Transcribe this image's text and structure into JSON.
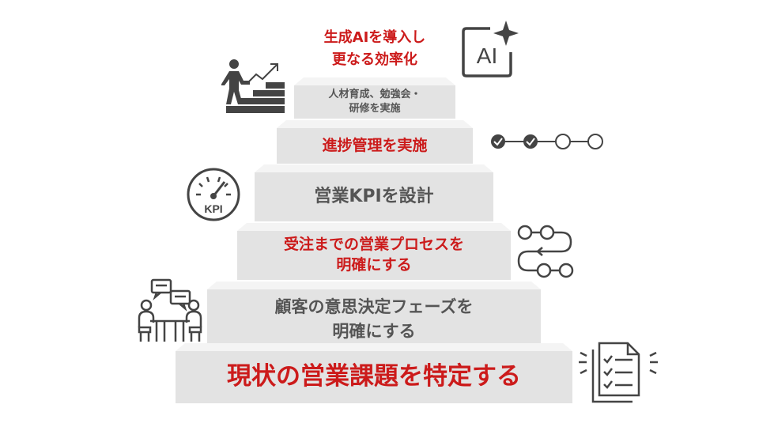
{
  "top_goal": {
    "line1": "生成AIを導入し",
    "line2": "更なる効率化"
  },
  "steps": [
    {
      "line1": "人材育成、勉強会・",
      "line2": "研修を実施",
      "color": "#555555"
    },
    {
      "line1": "進捗管理を実施",
      "line2": "",
      "color": "#cc1b1b"
    },
    {
      "line1": "営業KPIを設計",
      "line2": "",
      "color": "#555555"
    },
    {
      "line1": "受注までの営業プロセスを",
      "line2": "明確にする",
      "color": "#cc1b1b"
    },
    {
      "line1": "顧客の意思決定フェーズを",
      "line2": "明確にする",
      "color": "#555555"
    },
    {
      "line1": "現状の営業課題を特定する",
      "line2": "",
      "color": "#cc1b1b"
    }
  ],
  "icons": {
    "ai_badge_text": "AI",
    "kpi_gauge_text": "KPI",
    "progress_completed": 2,
    "progress_total": 4
  },
  "icon_names": [
    "climbing-stairs-icon",
    "ai-sparkle-icon",
    "progress-steps-icon",
    "kpi-gauge-icon",
    "process-flow-icon",
    "meeting-icon",
    "checklist-icon"
  ]
}
